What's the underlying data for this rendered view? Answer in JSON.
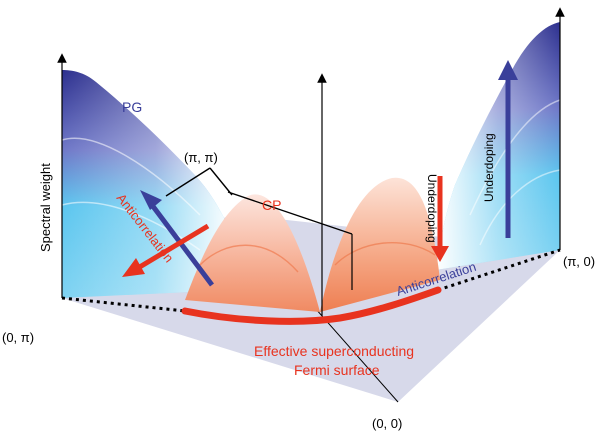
{
  "labels": {
    "pg": "PG",
    "cp": "CP",
    "spectral_weight": "Spectral weight",
    "pi_pi": "(π, π)",
    "zero_pi": "(0, π)",
    "pi_zero": "(π, 0)",
    "zero_zero": "(0, 0)",
    "anticorrelation_left": "Anticorrelation",
    "anticorrelation_right": "Anticorrelation",
    "underdoping_left": "Underdoping",
    "underdoping_right": "Underdoping",
    "fermi_surface_line1": "Effective superconducting",
    "fermi_surface_line2": "Fermi surface"
  },
  "colors": {
    "pg_blue": "#3a3f9a",
    "cp_red": "#e8331f",
    "floor": "#d6d8ea",
    "cyan": "#62c8ee"
  }
}
